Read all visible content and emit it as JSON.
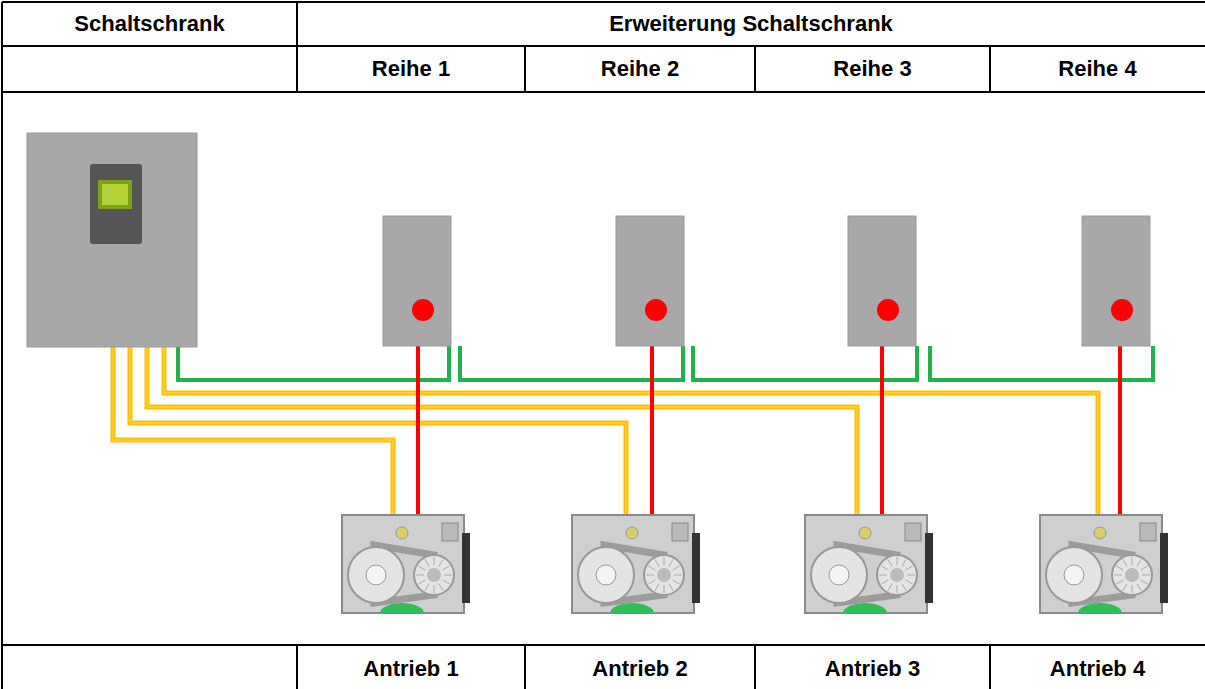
{
  "diagram": {
    "labels": [
      "Schaltschrank",
      "Erweiterung Schaltschrank",
      "Reihe 1",
      "Reihe 2",
      "Reihe 3",
      "Reihe 4",
      "Antrieb 1",
      "Antrieb 2",
      "Antrieb 3",
      "Antrieb 4"
    ]
  }
}
